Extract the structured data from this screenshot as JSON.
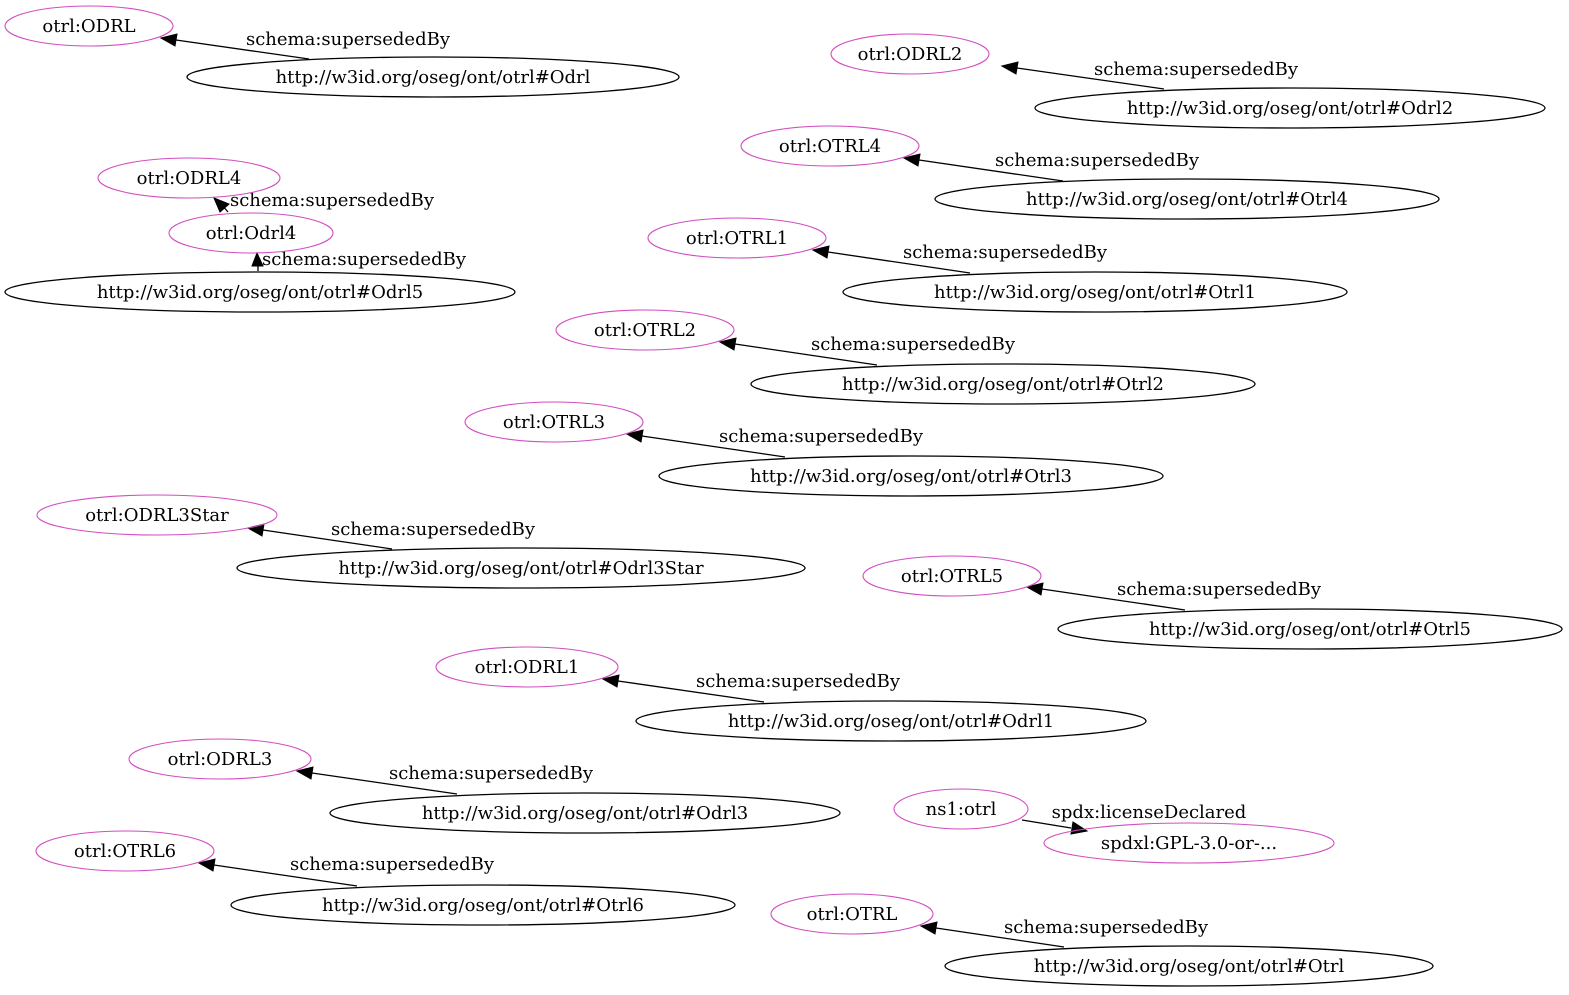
{
  "colors": {
    "literal_node_border": "#d24dc1",
    "uri_node_border": "#000000",
    "edge": "#000000"
  },
  "nodes": {
    "n_odrl_uri": "http://w3id.org/oseg/ont/otrl#Odrl",
    "n_odrl": "otrl:ODRL",
    "n_odrl2_uri": "http://w3id.org/oseg/ont/otrl#Odrl2",
    "n_odrl2": "otrl:ODRL2",
    "n_otrl4_uri": "http://w3id.org/oseg/ont/otrl#Otrl4",
    "n_otrl4": "otrl:OTRL4",
    "n_odrl4": "otrl:ODRL4",
    "n_odrl4b": "otrl:Odrl4",
    "n_odrl5_uri": "http://w3id.org/oseg/ont/otrl#Odrl5",
    "n_otrl1_uri": "http://w3id.org/oseg/ont/otrl#Otrl1",
    "n_otrl1": "otrl:OTRL1",
    "n_otrl2_uri": "http://w3id.org/oseg/ont/otrl#Otrl2",
    "n_otrl2": "otrl:OTRL2",
    "n_otrl3_uri": "http://w3id.org/oseg/ont/otrl#Otrl3",
    "n_otrl3": "otrl:OTRL3",
    "n_odrl3star_uri": "http://w3id.org/oseg/ont/otrl#Odrl3Star",
    "n_odrl3star": "otrl:ODRL3Star",
    "n_otrl5_uri": "http://w3id.org/oseg/ont/otrl#Otrl5",
    "n_otrl5": "otrl:OTRL5",
    "n_odrl1_uri": "http://w3id.org/oseg/ont/otrl#Odrl1",
    "n_odrl1": "otrl:ODRL1",
    "n_odrl3_uri": "http://w3id.org/oseg/ont/otrl#Odrl3",
    "n_odrl3": "otrl:ODRL3",
    "n_otrl6_uri": "http://w3id.org/oseg/ont/otrl#Otrl6",
    "n_otrl6": "otrl:OTRL6",
    "n_ns1": "ns1:otrl",
    "n_gpl": "spdxl:GPL-3.0-or-...",
    "n_otrl_uri": "http://w3id.org/oseg/ont/otrl#Otrl",
    "n_otrl": "otrl:OTRL"
  },
  "edge_labels": {
    "superseded_by": "schema:supersededBy",
    "license_declared": "spdx:licenseDeclared"
  }
}
